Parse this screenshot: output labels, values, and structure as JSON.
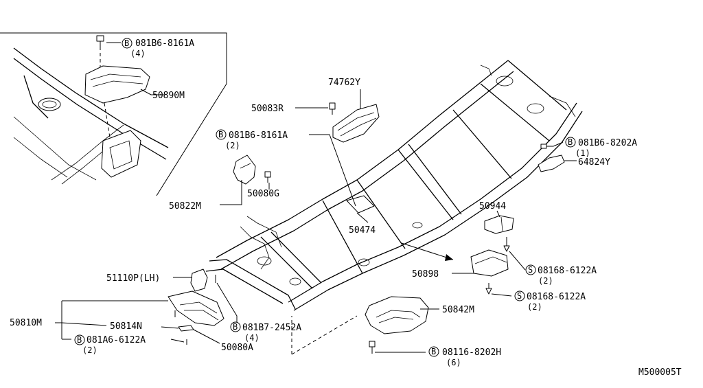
{
  "diagram_code": "M500005T",
  "callouts": [
    {
      "id": "bolt-top",
      "label": "081B6-8161A",
      "qty": "(4)",
      "prefix": "B"
    },
    {
      "id": "cover-top",
      "label": "50890M"
    },
    {
      "id": "heatshield",
      "label": "74762Y"
    },
    {
      "id": "bolt-50083r",
      "label": "50083R"
    },
    {
      "id": "bolt-mid",
      "label": "081B6-8161A",
      "qty": "(2)",
      "prefix": "B"
    },
    {
      "id": "bolt-right",
      "label": "081B6-8202A",
      "qty": "(1)",
      "prefix": "B"
    },
    {
      "id": "bracket-64824y",
      "label": "64824Y"
    },
    {
      "id": "bracket-50822m",
      "label": "50822M"
    },
    {
      "id": "bolt-50080g",
      "label": "50080G"
    },
    {
      "id": "bracket-50944",
      "label": "50944"
    },
    {
      "id": "plate-50474",
      "label": "50474"
    },
    {
      "id": "screw-1",
      "label": "08168-6122A",
      "qty": "(2)",
      "prefix": "S"
    },
    {
      "id": "guard-50898",
      "label": "50898"
    },
    {
      "id": "screw-2",
      "label": "08168-6122A",
      "qty": "(2)",
      "prefix": "S"
    },
    {
      "id": "guard-50842m",
      "label": "50842M"
    },
    {
      "id": "bolt-bottom",
      "label": "08116-8202H",
      "qty": "(6)",
      "prefix": "B"
    },
    {
      "id": "bracket-51110p",
      "label": "51110P(LH)"
    },
    {
      "id": "assy-50810m",
      "label": "50810M"
    },
    {
      "id": "plate-50814n",
      "label": "50814N"
    },
    {
      "id": "bolt-081b7",
      "label": "081B7-2452A",
      "qty": "(4)",
      "prefix": "B"
    },
    {
      "id": "bolt-081a6",
      "label": "081A6-6122A",
      "qty": "(2)",
      "prefix": "B"
    },
    {
      "id": "nut-50080a",
      "label": "50080A"
    }
  ]
}
